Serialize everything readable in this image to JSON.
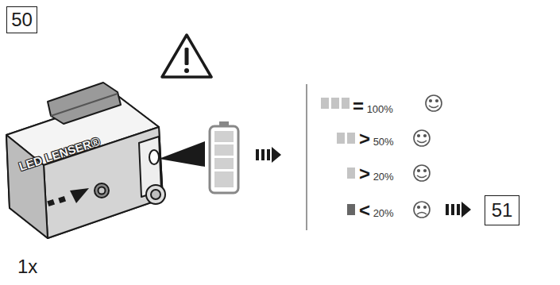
{
  "diagram": {
    "nodes": [
      {
        "text": [
          "50"
        ]
      },
      {
        "text": [
          "51"
        ]
      }
    ],
    "labels": [
      "LED LENSER®",
      "1x",
      "= 100%",
      "> 50%",
      "> 20%",
      "< 20%"
    ]
  }
}
